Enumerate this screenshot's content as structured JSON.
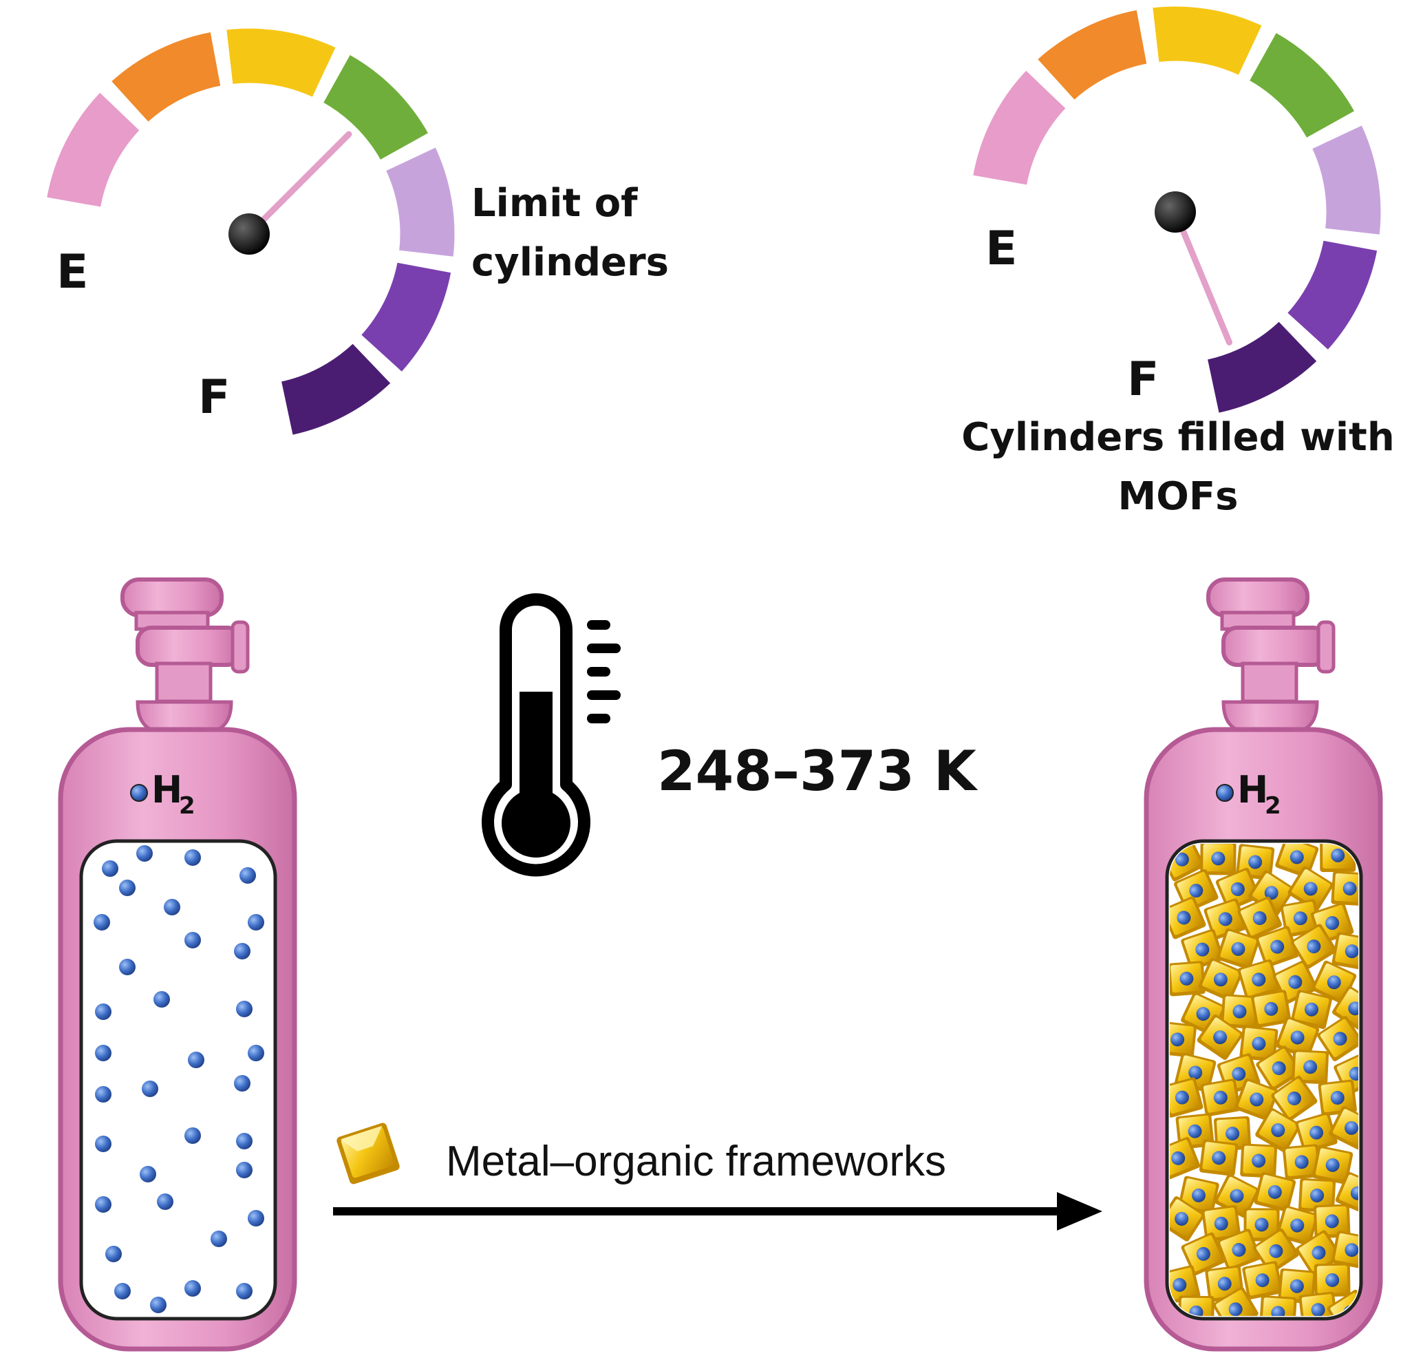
{
  "gauge_left": {
    "empty_label": "E",
    "full_label": "F",
    "caption_line1": "Limit of",
    "caption_line2": "cylinders",
    "needle_level": 0.5
  },
  "gauge_right": {
    "empty_label": "E",
    "full_label": "F",
    "caption_line1": "Cylinders filled with",
    "caption_line2": "MOFs",
    "needle_level": 0.95
  },
  "gauge_segment_colors": [
    "#e79cc9",
    "#f08a2a",
    "#f5c614",
    "#6fae3a",
    "#c7a3dc",
    "#7a3fae",
    "#4a1d72"
  ],
  "thermometer": {
    "icon": "thermometer-icon",
    "range_label": "248–373 K"
  },
  "cylinder_left": {
    "gas_label": "H",
    "gas_subscript": "2",
    "contents": "gas-only"
  },
  "cylinder_right": {
    "gas_label": "H",
    "gas_subscript": "2",
    "contents": "gas-and-mof"
  },
  "mof_legend": {
    "icon": "mof-crystal-icon",
    "label": "Metal–organic frameworks"
  },
  "arrow": {
    "icon": "arrow-right-icon"
  },
  "colors": {
    "cylinder_body": "#e59ac4",
    "cylinder_outline": "#b55a94",
    "hydrogen_atom": "#3f6fc8",
    "mof_crystal": "#f2c21a"
  }
}
